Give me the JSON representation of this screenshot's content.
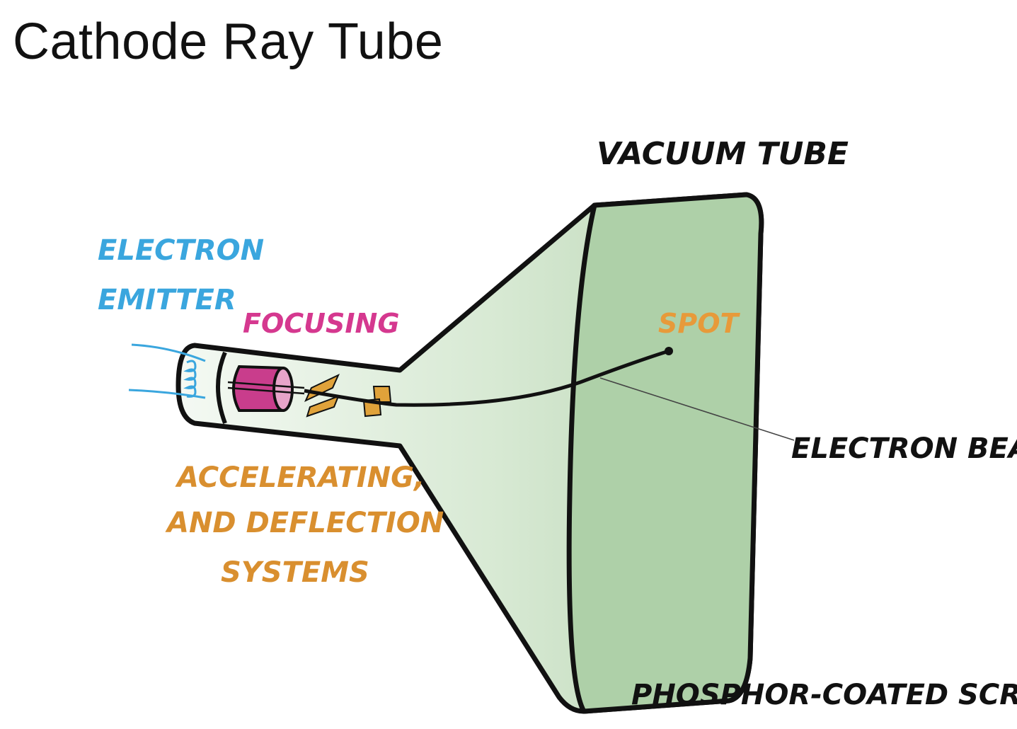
{
  "title": "Cathode Ray Tube",
  "labels": {
    "vacuum_tube": "VACUUM TUBE",
    "electron_emitter_line1": "ELECTRON",
    "electron_emitter_line2": "EMITTER",
    "focusing": "FOCUSING",
    "spot": "SPOT",
    "electron_beam": "ELECTRON BEAM",
    "accelerating_line1": "ACCELERATING,",
    "accelerating_line2": "AND DEFLECTION",
    "accelerating_line3": "SYSTEMS",
    "phosphor_screen": "PHOSPHOR-COATED SCREEN"
  },
  "colors": {
    "outline": "#111111",
    "tube_fill_light": "#eef5ec",
    "tube_fill_dark": "#b9d5b3",
    "screen_fill": "#aed0a8",
    "emitter_label": "#3aa6de",
    "focusing_label": "#d5388f",
    "focusing_coil": "#c93d8c",
    "accelerating_label": "#d98f2f",
    "deflection_plates": "#e0a23a",
    "spot_label": "#e79a3a"
  }
}
